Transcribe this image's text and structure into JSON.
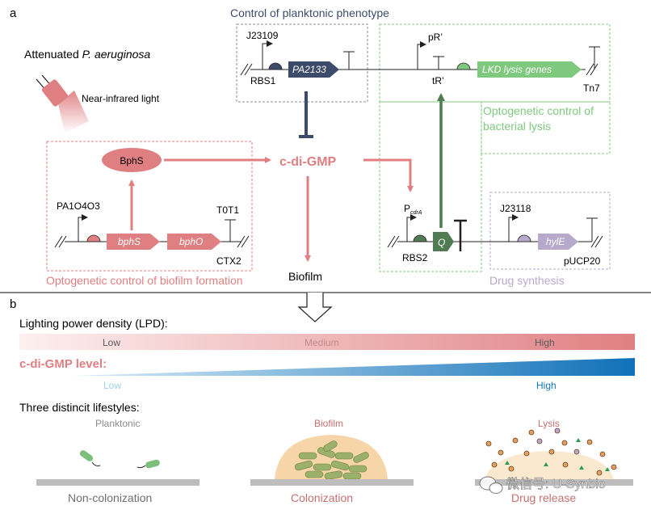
{
  "panel_a": {
    "label": "a",
    "host_title": "Attenuated",
    "host_species": "P. aeruginosa",
    "light_label": "Near-infrared light",
    "planktonic_title": "Control of planktonic phenotype",
    "lysis_title_line1": "Optogenetic control of",
    "lysis_title_line2": "bacterial lysis",
    "biofilm_box_title": "Optogenetic control of biofilm formation",
    "drug_box_title": "Drug synthesis",
    "central_molecule": "c-di-GMP",
    "biofilm_output": "Biofilm",
    "bphs_protein": "BphS",
    "promoter_pa1o4o3": "PA1O4O3",
    "gene_bphs": "bphS",
    "gene_bpho": "bphO",
    "terminator_t0t1": "T0T1",
    "locus_ctx2": "CTX2",
    "promoter_j23109": "J23109",
    "rbs1": "RBS1",
    "gene_pa2133": "PA2133",
    "promoter_pr": "pR’",
    "terminator_tr": "tR’",
    "gene_lkd": "LKD lysis genes",
    "locus_tn7": "Tn7",
    "promoter_pcdra_main": "P",
    "promoter_pcdra_sub": "cdrA",
    "rbs2": "RBS2",
    "gene_q": "Q",
    "promoter_j23118": "J23118",
    "gene_hyle": "hylE",
    "plasmid_pucp20": "pUCP20"
  },
  "panel_b": {
    "label": "b",
    "lpd_title": "Lighting power density (LPD):",
    "lpd_low": "Low",
    "lpd_medium": "Medium",
    "lpd_high": "High",
    "cdigmp_title": "c-di-GMP level:",
    "cdigmp_low": "Low",
    "cdigmp_high": "High",
    "lifestyles_title": "Three distincit lifestyles:",
    "planktonic_label": "Planktonic",
    "planktonic_caption": "Non-colonization",
    "biofilm_label": "Biofilm",
    "biofilm_caption": "Colonization",
    "lysis_label": "Lysis",
    "lysis_caption": "Drug release"
  },
  "watermark": "微信号: U-Synbio",
  "colors": {
    "pink": "#e07f82",
    "pink_light": "#f2c4c5",
    "navy": "#3d4b6b",
    "green": "#7fc97f",
    "dark_green": "#4f7c52",
    "lavender": "#b7a9cc",
    "blue": "#1478be",
    "gray_text": "#8c8c8c",
    "tan": "#f6d5a8"
  }
}
